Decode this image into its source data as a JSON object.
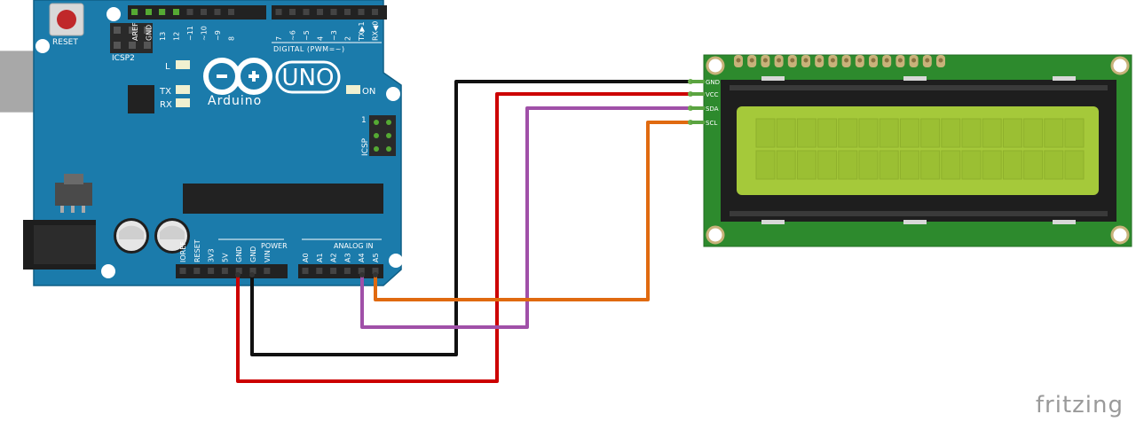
{
  "arduino": {
    "brand": "Arduino",
    "model": "UNO",
    "reset_label": "RESET",
    "icsp2_label": "ICSP2",
    "icsp_label": "ICSP",
    "icsp_pin1": "1",
    "digital_label": "DIGITAL (PWM=~)",
    "led_l": "L",
    "led_tx": "TX",
    "led_rx": "RX",
    "on_label": "ON",
    "power_label": "POWER",
    "analog_label": "ANALOG IN",
    "top_pins_left": [
      "AREF",
      "GND",
      "13",
      "12",
      "~11",
      "~10",
      "~9",
      "8"
    ],
    "top_pins_right": [
      "7",
      "~6",
      "~5",
      "4",
      "~3",
      "2",
      "TX▶1",
      "RX◀0"
    ],
    "power_pins": [
      "IOREF",
      "RESET",
      "3V3",
      "5V",
      "GND",
      "GND",
      "VIN"
    ],
    "analog_pins": [
      "A0",
      "A1",
      "A2",
      "A3",
      "A4",
      "A5"
    ]
  },
  "lcd": {
    "pins": [
      "GND",
      "VCC",
      "SDA",
      "SCL"
    ]
  },
  "wires": {
    "gnd_color": "#111111",
    "vcc_color": "#cc0000",
    "sda_color": "#a050a8",
    "scl_color": "#e06a10"
  },
  "colors": {
    "board": "#1b7bab",
    "board_dark": "#0f5f86",
    "pcb_green": "#2d8a2d",
    "lcd_screen": "#a5c93a"
  },
  "watermark": "fritzing"
}
